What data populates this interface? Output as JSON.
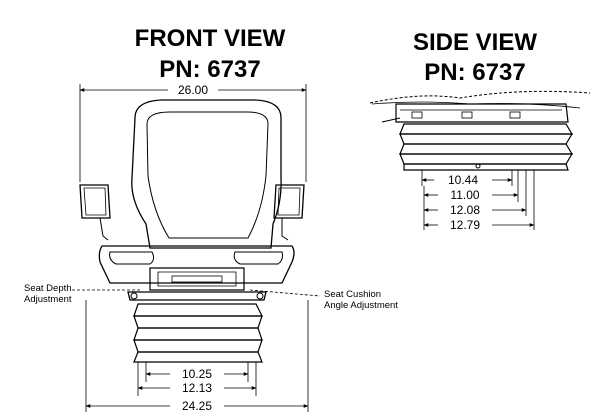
{
  "front_view": {
    "title": "FRONT VIEW",
    "part_number": "PN: 6737",
    "dimensions": {
      "overall_width": "26.00",
      "base_width_1": "10.25",
      "base_width_2": "12.13",
      "base_width_3": "24.25"
    },
    "callouts": {
      "seat_depth_line1": "Seat Depth",
      "seat_depth_line2": "Adjustment",
      "cushion_angle_line1": "Seat Cushion",
      "cushion_angle_line2": "Angle Adjustment"
    }
  },
  "side_view": {
    "title": "SIDE VIEW",
    "part_number": "PN: 6737",
    "dimensions": {
      "depth_1": "10.44",
      "depth_2": "11.00",
      "depth_3": "12.08",
      "depth_4": "12.79"
    }
  }
}
